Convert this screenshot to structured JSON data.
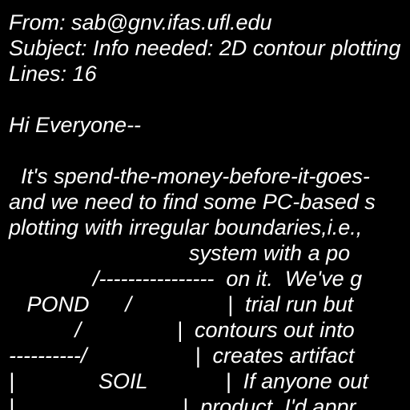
{
  "email": {
    "from": "From: sab@gnv.ifas.ufl.edu",
    "subject": "Subject: Info needed: 2D contour plotting",
    "lines": "Lines: 16",
    "greeting": "Hi Everyone--",
    "body": [
      "  It's spend-the-money-before-it-goes-",
      "and we need to find some PC-based s",
      "plotting with irregular boundaries,i.e., ",
      "                              system with a po",
      "              /----------------  on it.  We've g",
      "   POND      /                |  trial run but",
      "           /                |  contours out into",
      "----------/                  |  creates artifact",
      "|              SOIL             |  If anyone out",
      "|                            |  product, I'd appr"
    ]
  },
  "colors": {
    "background": "#000000",
    "text": "#ffffff"
  }
}
